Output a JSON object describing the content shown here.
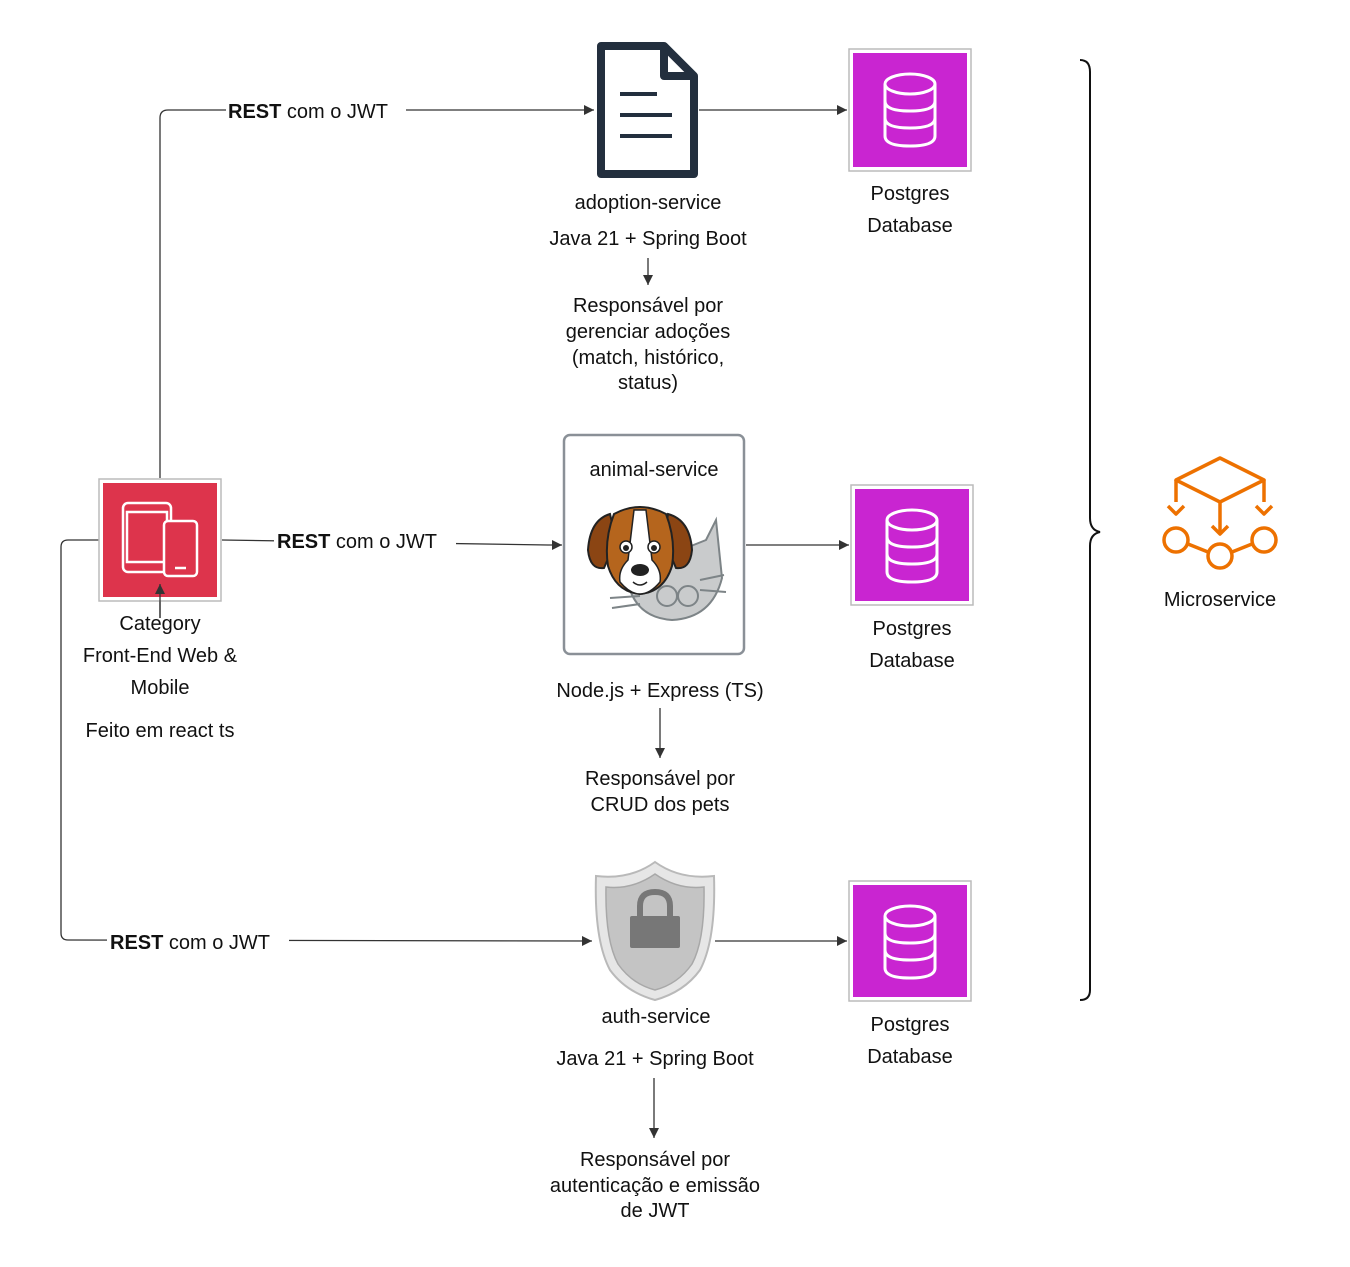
{
  "connections": {
    "rest_bold": "REST",
    "rest_rest": " com o JWT"
  },
  "frontend": {
    "title_line1": "Category",
    "title_line2": "Front-End Web &",
    "title_line3": "Mobile",
    "note": "Feito em react ts"
  },
  "adoption": {
    "name": "adoption-service",
    "stack": "Java 21 + Spring Boot",
    "desc_line1": "Responsável por",
    "desc_line2": "gerenciar adoções",
    "desc_line3": "(match, histórico,",
    "desc_line4": "status)"
  },
  "animal": {
    "name": "animal-service",
    "stack": "Node.js + Express (TS)",
    "desc_line1": "Responsável por",
    "desc_line2": "CRUD dos pets"
  },
  "auth": {
    "name": "auth-service",
    "stack": "Java 21 + Spring Boot",
    "desc_line1": "Responsável por",
    "desc_line2": "autenticação e emissão",
    "desc_line3": "de JWT"
  },
  "databases": [
    {
      "line1": "Postgres",
      "line2": "Database"
    },
    {
      "line1": "Postgres",
      "line2": "Database"
    },
    {
      "line1": "Postgres",
      "line2": "Database"
    }
  ],
  "microservice": {
    "label": "Microservice"
  },
  "colors": {
    "frontend_red": "#DD344C",
    "database_magenta": "#C925D1",
    "microservice_orange": "#ED7100",
    "document_navy": "#232F3E"
  },
  "icons": {
    "frontend": "devices-icon",
    "adoption": "document-icon",
    "animal": "dog-cat-icon",
    "auth": "shield-lock-icon",
    "database": "database-icon",
    "microservice": "microservice-icon"
  }
}
